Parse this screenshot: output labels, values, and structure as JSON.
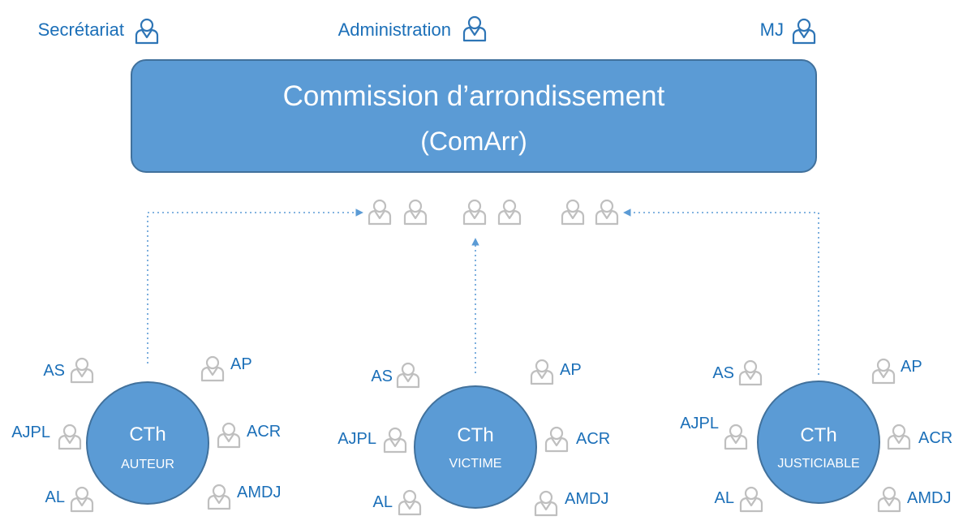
{
  "colors": {
    "label": "#1b6fb8",
    "box_fill": "#5b9bd5",
    "box_stroke": "#41719c",
    "person_blue": "#2e75b6",
    "person_gray": "#bfbfbf",
    "connector": "#5b9bd5",
    "on_fill_text": "#ffffff"
  },
  "top_roles": [
    {
      "label": "Secrétariat",
      "icon": "person-icon"
    },
    {
      "label": "Administration",
      "icon": "person-icon"
    },
    {
      "label": "MJ",
      "icon": "person-icon"
    }
  ],
  "commission": {
    "title": "Commission d’arrondissement",
    "abbr": "(ComArr)"
  },
  "cells": [
    {
      "title": "CTh",
      "subtitle": "AUTEUR",
      "left_members": [
        "AS",
        "AJPL",
        "AL"
      ],
      "right_members": [
        "AP",
        "ACR",
        "AMDJ"
      ]
    },
    {
      "title": "CTh",
      "subtitle": "VICTIME",
      "left_members": [
        "AS",
        "AJPL",
        "AL"
      ],
      "right_members": [
        "AP",
        "ACR",
        "AMDJ"
      ]
    },
    {
      "title": "CTh",
      "subtitle": "JUSTICIABLE",
      "left_members": [
        "AS",
        "AJPL",
        "AL"
      ],
      "right_members": [
        "AP",
        "ACR",
        "AMDJ"
      ]
    }
  ]
}
